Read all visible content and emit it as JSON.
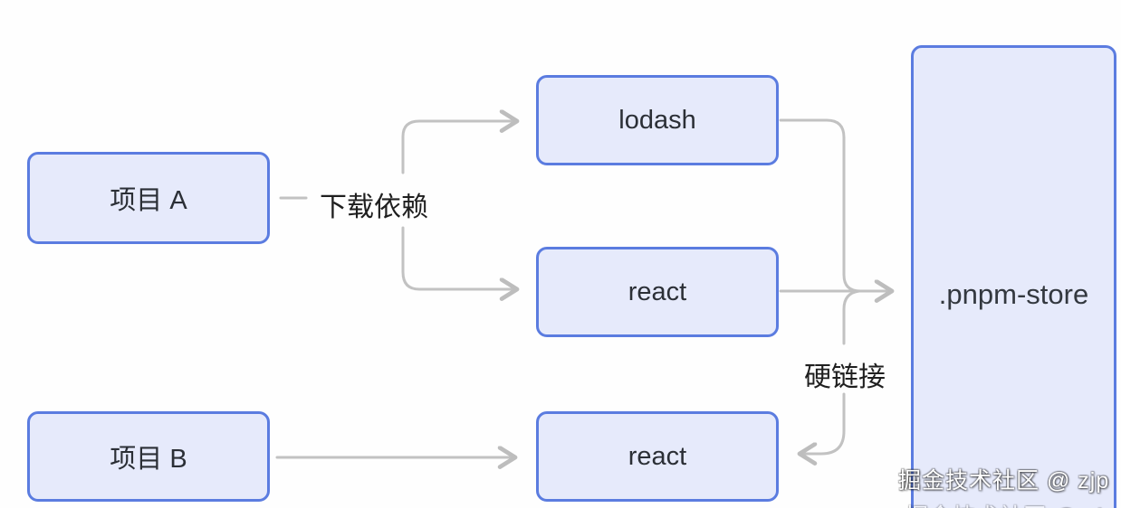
{
  "diagram": {
    "title_hint": "pnpm dependency hard-link diagram",
    "nodes": {
      "project_a": {
        "label": "项目 A"
      },
      "project_b": {
        "label": "项目 B"
      },
      "lodash": {
        "label": "lodash"
      },
      "react_top": {
        "label": "react"
      },
      "react_bottom": {
        "label": "react"
      },
      "pnpm_store": {
        "label": ".pnpm-store"
      }
    },
    "edge_labels": {
      "download": "下载依赖",
      "hardlink": "硬链接"
    },
    "edges": [
      {
        "from": "project_a",
        "to": "lodash",
        "label": "下载依赖"
      },
      {
        "from": "project_a",
        "to": "react_top",
        "label": "下载依赖"
      },
      {
        "from": "lodash",
        "to": "pnpm_store",
        "label": ""
      },
      {
        "from": "react_top",
        "to": "pnpm_store",
        "label": ""
      },
      {
        "from": "pnpm_store",
        "to": "react_bottom",
        "label": "硬链接"
      },
      {
        "from": "project_b",
        "to": "react_bottom",
        "label": ""
      }
    ],
    "colors": {
      "node_fill": "#e6eafb",
      "node_border": "#5b7ce0",
      "connector": "#c2c2c2",
      "node_text": "#2b2f36",
      "label_text": "#1f1f1f",
      "background": "#fefefe"
    }
  },
  "watermark": {
    "text": "掘金技术社区 @ zjp"
  }
}
